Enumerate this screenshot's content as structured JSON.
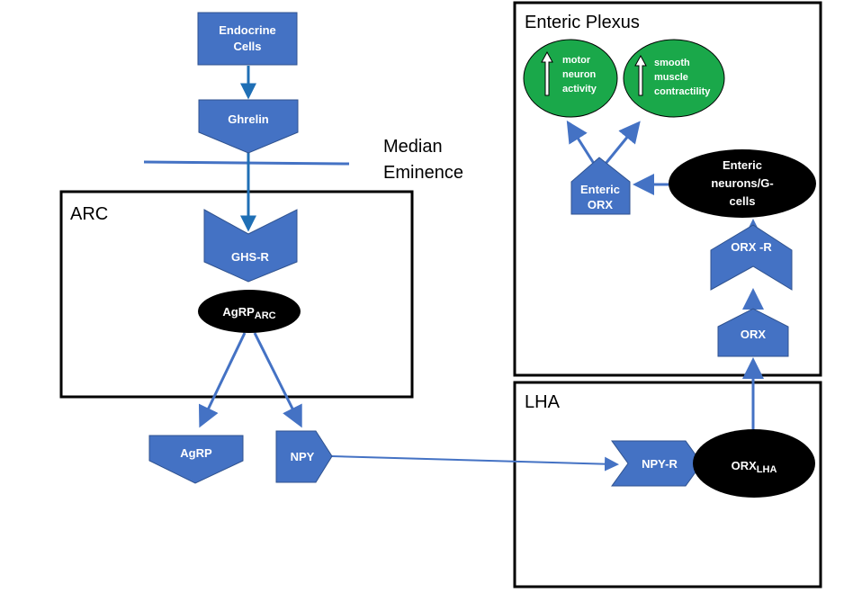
{
  "colors": {
    "shape_fill": "#4472c4",
    "shape_stroke": "#2f528f",
    "arrow": "#4472c4",
    "arrow_dark": "#1f6fb5",
    "green": "#1aa84a",
    "black": "#000000",
    "white": "#ffffff"
  },
  "boxes": {
    "arc": "ARC",
    "enteric_plexus": "Enteric Plexus",
    "lha": "LHA"
  },
  "median_eminence": {
    "line1": "Median",
    "line2": "Eminence"
  },
  "nodes": {
    "endocrine_cells": {
      "line1": "Endocrine",
      "line2": "Cells"
    },
    "ghrelin": "Ghrelin",
    "ghs_r": "GHS-R",
    "agrp_arc": {
      "main": "AgRP",
      "sub": "ARC"
    },
    "agrp": "AgRP",
    "npy": "NPY",
    "npy_r": "NPY-R",
    "orx_lha": {
      "main": "ORX",
      "sub": "LHA"
    },
    "orx": "ORX",
    "orx_r": "ORX -R",
    "enteric_neurons": {
      "line1": "Enteric",
      "line2": "neurons/G-",
      "line3": "cells"
    },
    "enteric_orx": {
      "line1": "Enteric",
      "line2": "ORX"
    },
    "motor_neuron": {
      "line1": "motor",
      "line2": "neuron",
      "line3": "activity"
    },
    "smooth_muscle": {
      "line1": "smooth",
      "line2": "muscle",
      "line3": "contractility"
    }
  }
}
